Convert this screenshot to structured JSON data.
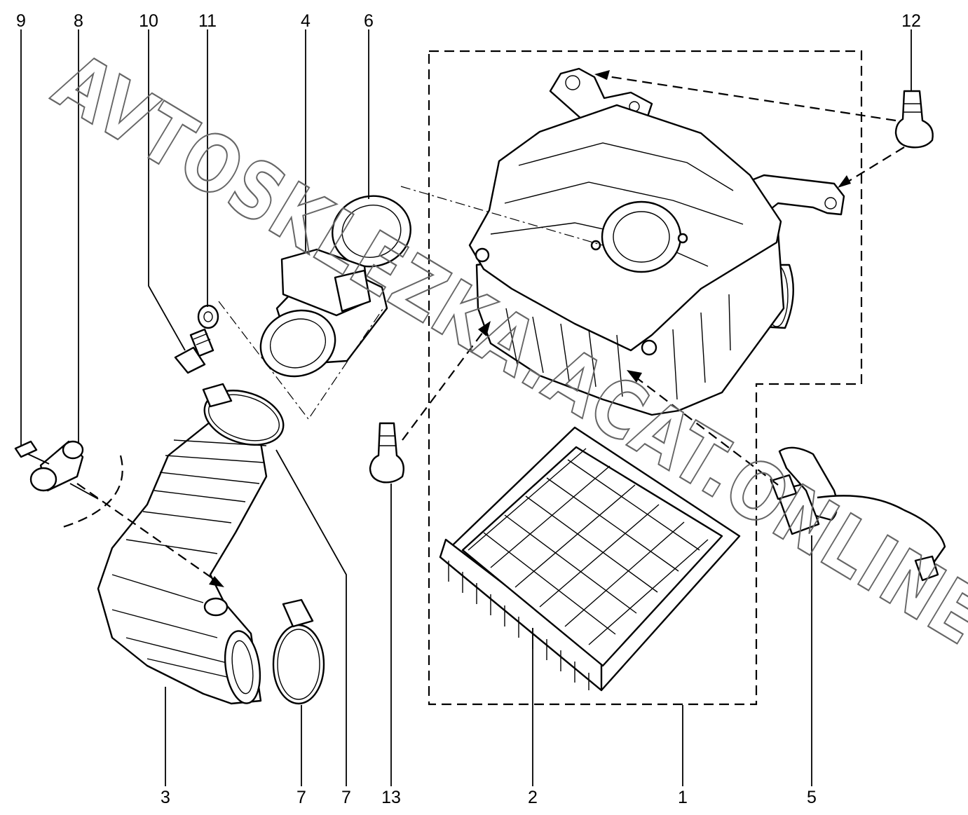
{
  "diagram": {
    "callouts": [
      {
        "id": "c9",
        "text": "9"
      },
      {
        "id": "c8",
        "text": "8"
      },
      {
        "id": "c10",
        "text": "10"
      },
      {
        "id": "c11",
        "text": "11"
      },
      {
        "id": "c4",
        "text": "4"
      },
      {
        "id": "c6",
        "text": "6"
      },
      {
        "id": "c12",
        "text": "12"
      },
      {
        "id": "c3",
        "text": "3"
      },
      {
        "id": "c7a",
        "text": "7"
      },
      {
        "id": "c7b",
        "text": "7"
      },
      {
        "id": "c13",
        "text": "13"
      },
      {
        "id": "c2",
        "text": "2"
      },
      {
        "id": "c1",
        "text": "1"
      },
      {
        "id": "c5",
        "text": "5"
      }
    ],
    "watermark": "AVTOSKLEZKA.ACAT.ONLINE"
  }
}
